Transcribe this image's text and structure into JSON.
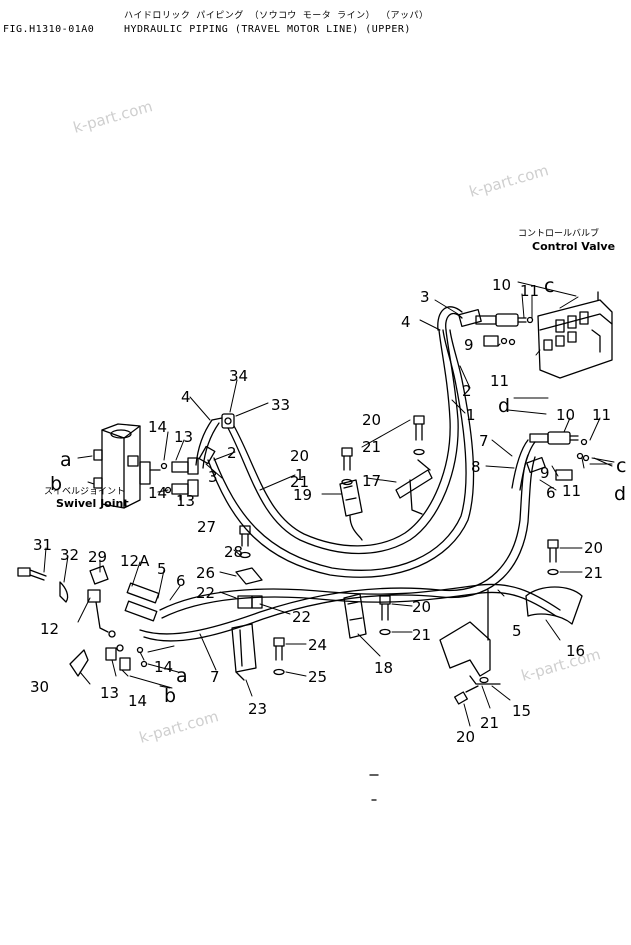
{
  "header": {
    "fig_label": "FIG.H1310-01A0",
    "title_jp": "ハイドロリック パイピング （ソウコウ モータ ライン） （アッパ）",
    "title_en": "HYDRAULIC PIPING (TRAVEL MOTOR LINE) (UPPER)"
  },
  "watermarks": [
    "k-part.com",
    "k-part.com",
    "k-part.com",
    "k-part.com"
  ],
  "labels": {
    "control_valve_jp": "コントロールバルブ",
    "control_valve_en": "Control Valve",
    "swivel_joint_jp": "スイベルジョイント",
    "swivel_joint_en": "Swivel Joint"
  },
  "callouts": {
    "c34": "34",
    "c33": "33",
    "c4a": "4",
    "c14a": "14",
    "c13a": "13",
    "c2a": "2",
    "c3a": "3",
    "c1a": "1",
    "c14b": "14",
    "c13b": "13",
    "c27": "27",
    "c19": "19",
    "c20a": "20",
    "c21a": "21",
    "c17": "17",
    "c20b": "20",
    "c21b": "21",
    "c1b": "1",
    "c3b": "3",
    "c4b": "4",
    "c9a": "9",
    "c2b": "2",
    "c10a": "10",
    "c11a": "11",
    "c11b": "11",
    "c10b": "10",
    "c11c": "11",
    "c7a": "7",
    "c8": "8",
    "c9b": "9",
    "c6a": "6",
    "c11d": "11",
    "c31": "31",
    "c32": "32",
    "c29": "29",
    "c12A": "12A",
    "c5a": "5",
    "c6b": "6",
    "c28": "28",
    "c26": "26",
    "c22a": "22",
    "c22b": "22",
    "c12": "12",
    "c20c": "20",
    "c21c": "21",
    "c5b": "5",
    "c16": "16",
    "c20d": "20",
    "c21d": "21",
    "c18": "18",
    "c24": "24",
    "c25": "25",
    "c23": "23",
    "c7b": "7",
    "c30": "30",
    "c13c": "13",
    "c14c": "14",
    "c14d": "14",
    "c20e": "20",
    "c21e": "21",
    "c15": "15"
  },
  "letters": {
    "a_left": "a",
    "b_left": "b",
    "c_top": "c",
    "d_mid": "d",
    "c_right": "c",
    "d_right": "d",
    "a_bottom": "a",
    "b_bottom": "b"
  }
}
